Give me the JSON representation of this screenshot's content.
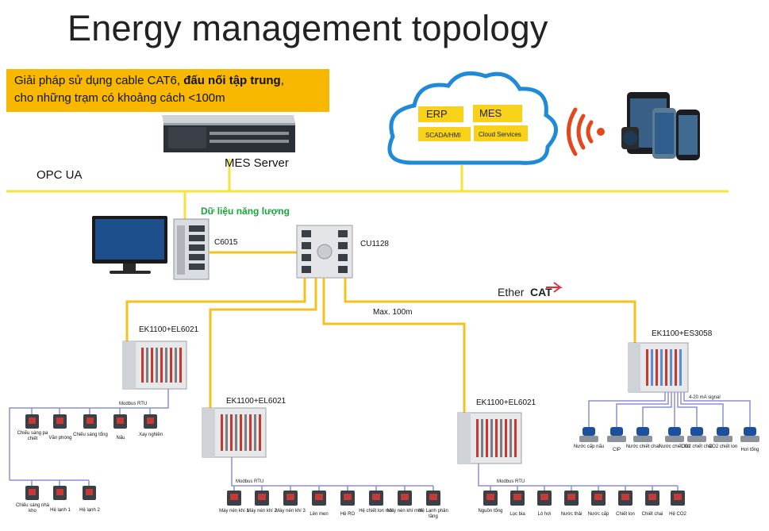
{
  "title": "Energy management topology",
  "banner": {
    "line1_pre": "Giải pháp sử dụng cable CAT6, ",
    "line1_bold": "đấu nối tập trung",
    "line1_post": ",",
    "line2": "cho những trạm có khoảng cách <100m"
  },
  "mes_server": "MES Server",
  "opc_ua": "OPC UA",
  "cloud": {
    "erp": "ERP",
    "mes": "MES",
    "scada": "SCADA/HMI",
    "cloud_services": "Cloud Services"
  },
  "energy_data": "Dữ liệu năng lượng",
  "c6015": "C6015",
  "cu1128": "CU1128",
  "ethercat": {
    "ether": "Ether",
    "cat": "CAT"
  },
  "max_distance": "Max. 100m",
  "stations": {
    "s1": "EK1100+EL6021",
    "s2": "EK1100+EL6021",
    "s3": "EK1100+EL6021",
    "s4": "EK1100+ES3058"
  },
  "modbus": "Modbus RTU",
  "signal": "4-20 mA signal",
  "meters_s1_row1": [
    "Chiếu sáng pa chiết",
    "Văn phòng",
    "Chiếu sáng tổng",
    "Nấu",
    "Xay nghiền"
  ],
  "meters_s1_row2": [
    "Chiếu sáng nhà kho",
    "Hệ lạnh 1",
    "Hệ lạnh 2"
  ],
  "meters_s2": [
    "Máy nén khí 1",
    "Máy nén khí 2",
    "Máy nén khí 3",
    "Lên men",
    "Hệ RO",
    "Hệ chiết lon mới",
    "Máy nén khí mới",
    "Hệ Lạnh phân tầng"
  ],
  "meters_s3": [
    "Nguồn tổng",
    "Lọc bia",
    "Lò hơi",
    "Nước thải",
    "Nước cấp",
    "Chiết lon",
    "Chiết chai",
    "Hệ CO2"
  ],
  "sensors_s4": [
    "Nước cấp nấu",
    "CIP",
    "Nước chiết chai",
    "Nước chiết lon",
    "CO2 chiết chai",
    "CO2 chiết lon",
    "Hơi tổng"
  ],
  "colors": {
    "bus": "#f5e23c",
    "cable": "#f3c21f",
    "modbus": "#8c8fd6",
    "banner": "#f8b800",
    "cloud": "#1f8ad8",
    "wifi": "#e2481e"
  }
}
